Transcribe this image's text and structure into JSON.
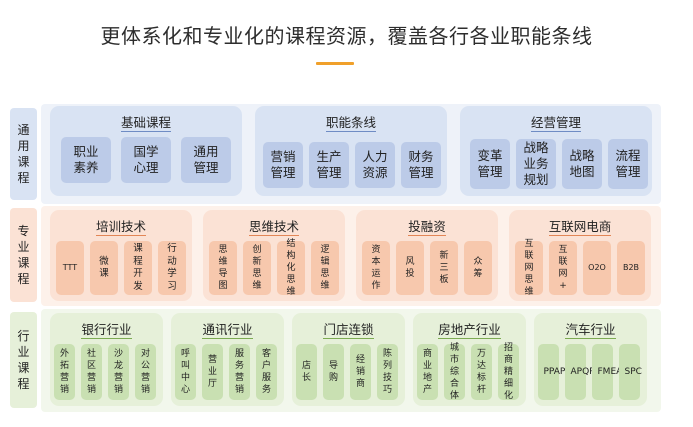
{
  "title": "更体系化和专业化的课程资源，覆盖各行各业职能条线",
  "rows": [
    {
      "label": "通用课程",
      "groups": [
        {
          "title": "基础课程",
          "items": [
            "职业素养",
            "国学心理",
            "通用管理"
          ]
        },
        {
          "title": "职能条线",
          "items": [
            "营销管理",
            "生产管理",
            "人力资源",
            "财务管理"
          ]
        },
        {
          "title": "经营管理",
          "items": [
            "变革管理",
            "战略业务规划",
            "战略地图",
            "流程管理"
          ]
        }
      ]
    },
    {
      "label": "专业课程",
      "groups": [
        {
          "title": "培训技术",
          "items": [
            "TTT",
            "微课",
            "课程开发",
            "行动学习"
          ]
        },
        {
          "title": "思维技术",
          "items": [
            "思维导图",
            "创新思维",
            "结构化思维",
            "逻辑思维"
          ]
        },
        {
          "title": "投融资",
          "items": [
            "资本运作",
            "风投",
            "新三板",
            "众筹"
          ]
        },
        {
          "title": "互联网电商",
          "items": [
            "互联网思维",
            "互联网+",
            "O2O",
            "B2B"
          ]
        }
      ]
    },
    {
      "label": "行业课程",
      "groups": [
        {
          "title": "银行行业",
          "items": [
            "外拓营销",
            "社区营销",
            "沙龙营销",
            "对公营销"
          ]
        },
        {
          "title": "通讯行业",
          "items": [
            "呼叫中心",
            "营业厅",
            "服务营销",
            "客户服务"
          ]
        },
        {
          "title": "门店连锁",
          "items": [
            "店长",
            "导购",
            "经销商",
            "陈列技巧"
          ]
        },
        {
          "title": "房地产行业",
          "items": [
            "商业地产",
            "城市综合体",
            "万达标杆",
            "招商精细化"
          ]
        },
        {
          "title": "汽车行业",
          "items": [
            "PPAP",
            "APQP",
            "FMEA",
            "SPC"
          ]
        }
      ]
    }
  ]
}
